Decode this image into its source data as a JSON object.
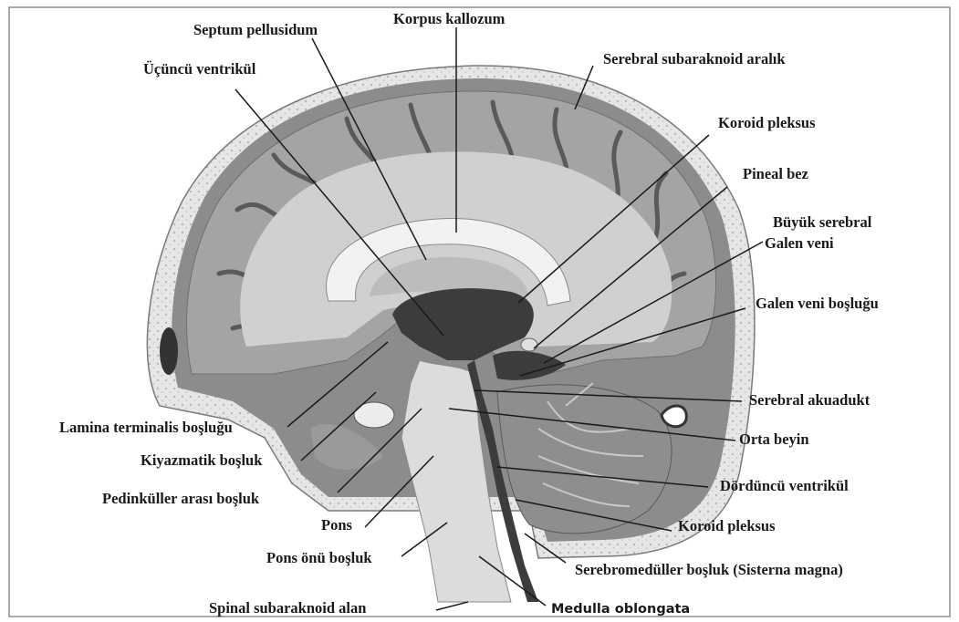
{
  "labels": {
    "septum_pellusidum": "Septum pellusidum",
    "korpus_kallozum": "Korpus kallozum",
    "ucuncu_ventrikul": "Üçüncü ventrikül",
    "serebral_subaraknoid_aralik": "Serebral subaraknoid aralık",
    "koroid_pleksus_upper": "Koroid pleksus",
    "pineal_bez": "Pineal bez",
    "buyuk_serebral_line1": "Büyük serebral",
    "buyuk_serebral_line2": "Galen veni",
    "galen_veni_boslugu": "Galen veni boşluğu",
    "serebral_akuadukt": "Serebral akuadukt",
    "orta_beyin": "Orta beyin",
    "dorduncu_ventrikul": "Dördüncü ventrikül",
    "koroid_pleksus_lower": "Koroid pleksus",
    "serebromeduller_bosluk": "Serebromedüller boşluk (Sisterna magna)",
    "medulla_oblongata": "Medulla oblongata",
    "spinal_subaraknoid_alan": "Spinal subaraknoid alan",
    "pons_onu_bosluk": "Pons önü boşluk",
    "pons": "Pons",
    "pedinkuller_arasi_bosluk": "Pedinküller arası boşluk",
    "kiyazmatik_bosluk": "Kiyazmatik boşluk",
    "lamina_terminalis_boslugu": "Lamina terminalis boşluğu"
  },
  "colors": {
    "skull_bone": "#e4e4e4",
    "csf_space": "#8c8c8c",
    "cortex_gray": "#a4a4a4",
    "white_matter": "#d2d2d2",
    "ventricle_dark": "#3c3c3c",
    "corpus_callosum": "#efefef",
    "brainstem_light": "#dcdcdc",
    "cerebellum": "#8e8e8e",
    "line_color": "#1a1a1a"
  }
}
